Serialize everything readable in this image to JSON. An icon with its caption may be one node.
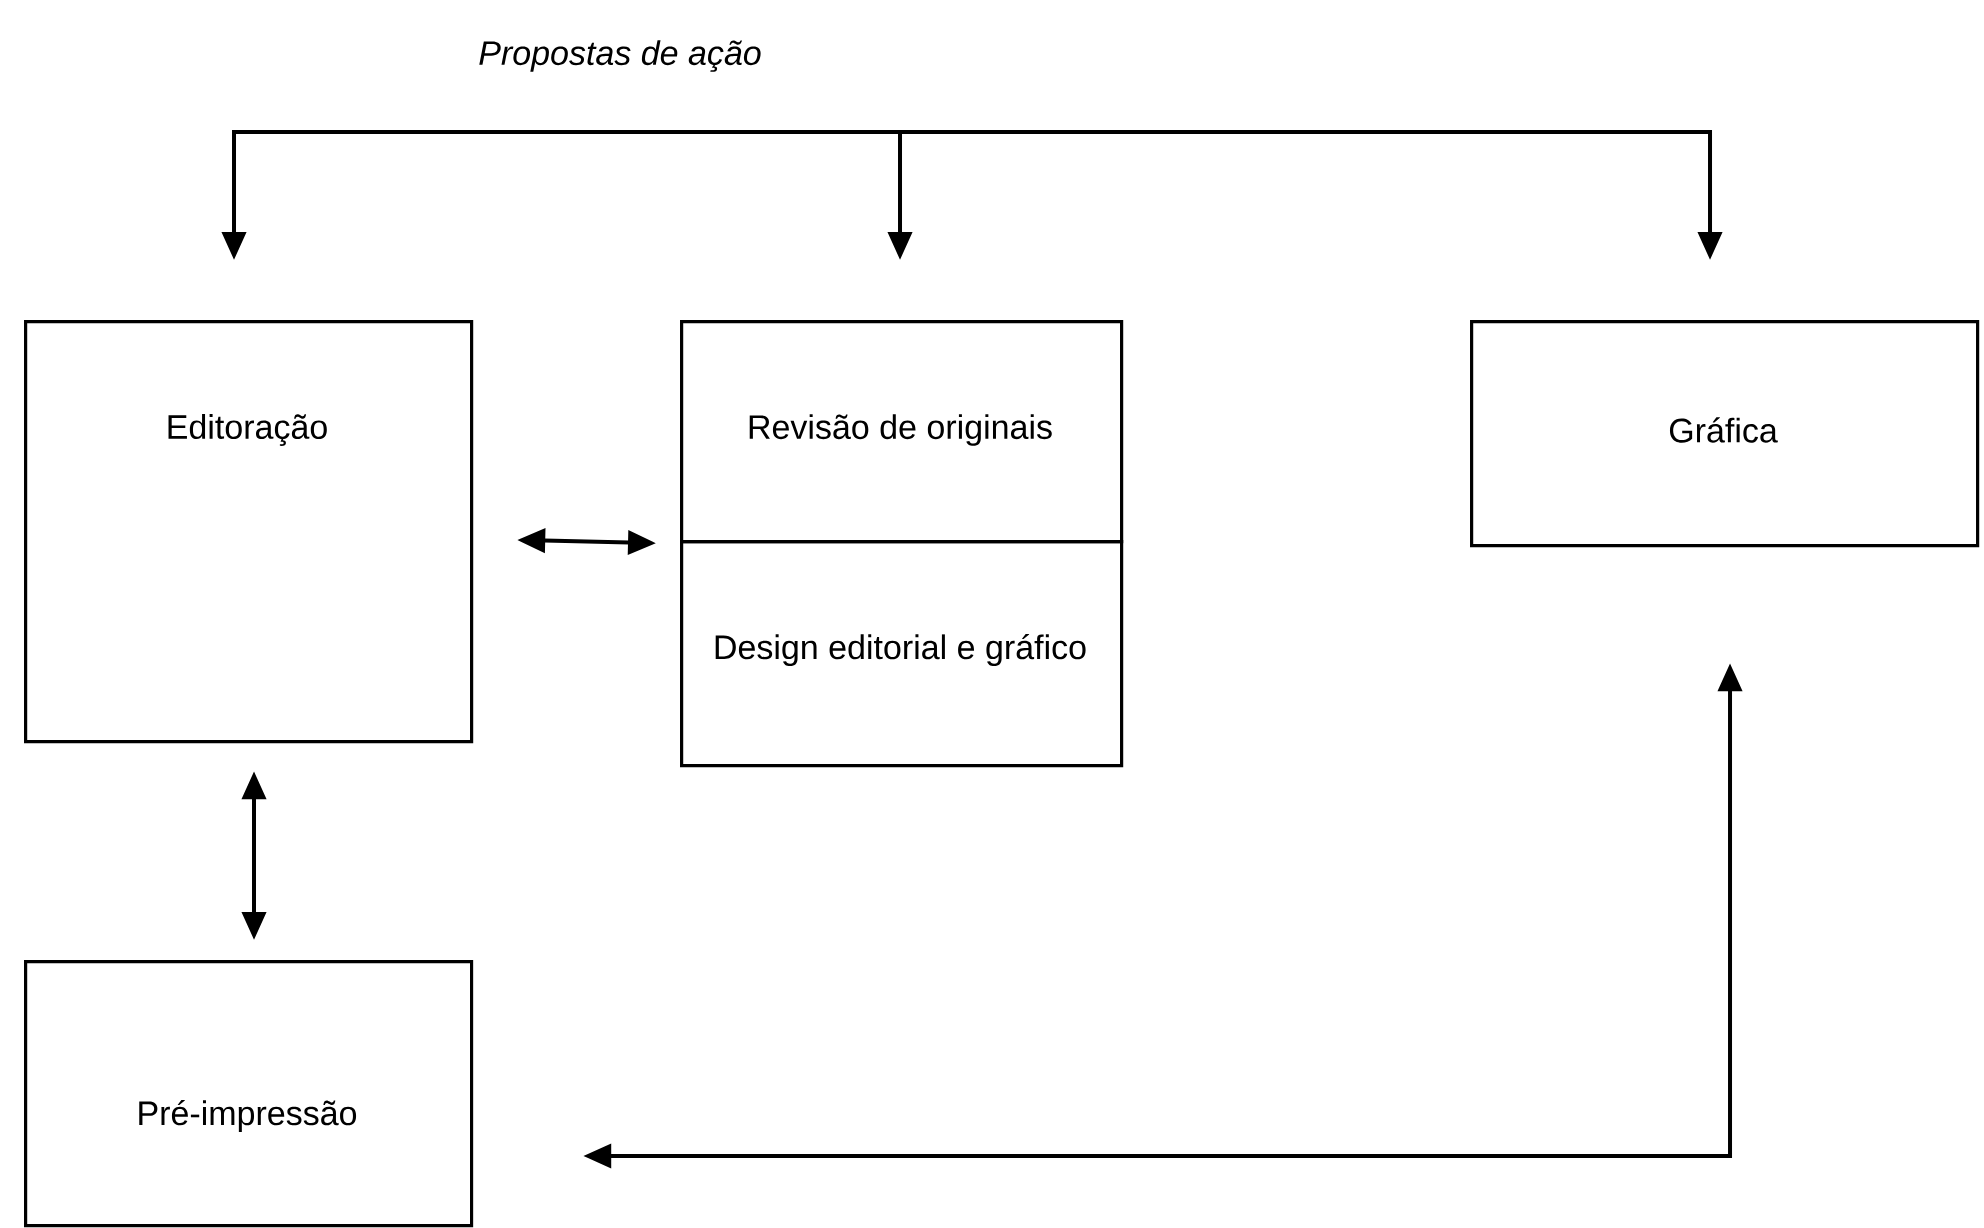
{
  "diagram": {
    "nodes": [
      {
        "text": [
          "Propostas de ação"
        ]
      },
      {
        "text": [
          "Editoração"
        ]
      },
      {
        "text": [
          "Revisão de originais"
        ]
      },
      {
        "text": [
          "Design editorial e gráfico"
        ]
      },
      {
        "text": [
          "Gráfica"
        ]
      },
      {
        "text": [
          "Pré-impressão"
        ]
      }
    ],
    "edges": [
      {
        "from": 0,
        "to": 1,
        "arrow": "to"
      },
      {
        "from": 0,
        "to": 2,
        "arrow": "to"
      },
      {
        "from": 0,
        "to": 4,
        "arrow": "to"
      },
      {
        "from": 1,
        "to": 2,
        "arrow": "both"
      },
      {
        "from": 1,
        "to": 5,
        "arrow": "both"
      },
      {
        "from": 5,
        "to": 4,
        "arrow": "both"
      }
    ]
  }
}
